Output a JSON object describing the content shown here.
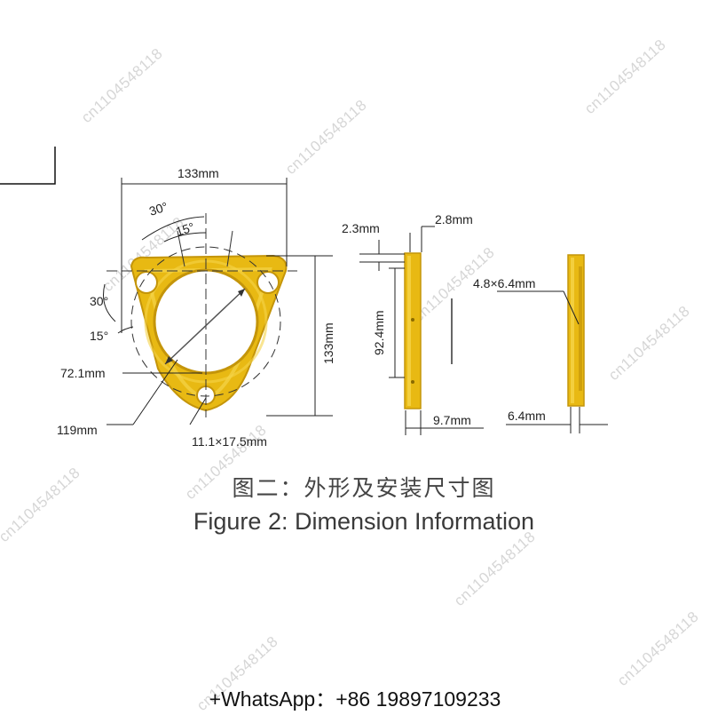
{
  "watermark": "cn1104548118",
  "dimensions": {
    "width_top": "133mm",
    "angle_30_top": "30°",
    "angle_15_top": "15°",
    "angle_30_left": "30°",
    "angle_15_left": "15°",
    "inner_72": "72.1mm",
    "height_133": "133mm",
    "dia_119": "119mm",
    "slot": "11.1×17.5mm",
    "thick_23": "2.3mm",
    "thick_28": "2.8mm",
    "h_924": "92.4mm",
    "w_97": "9.7mm",
    "hole": "4.8×6.4mm",
    "w_64": "6.4mm"
  },
  "caption_cn": "图二：外形及安装尺寸图",
  "caption_en": "Figure 2: Dimension Information",
  "contact": "+WhatsApp：+86 19897109233",
  "colors": {
    "gold": "#e8b913",
    "gold_dark": "#c4950a",
    "gold_light": "#f5d44a",
    "line": "#333333"
  }
}
